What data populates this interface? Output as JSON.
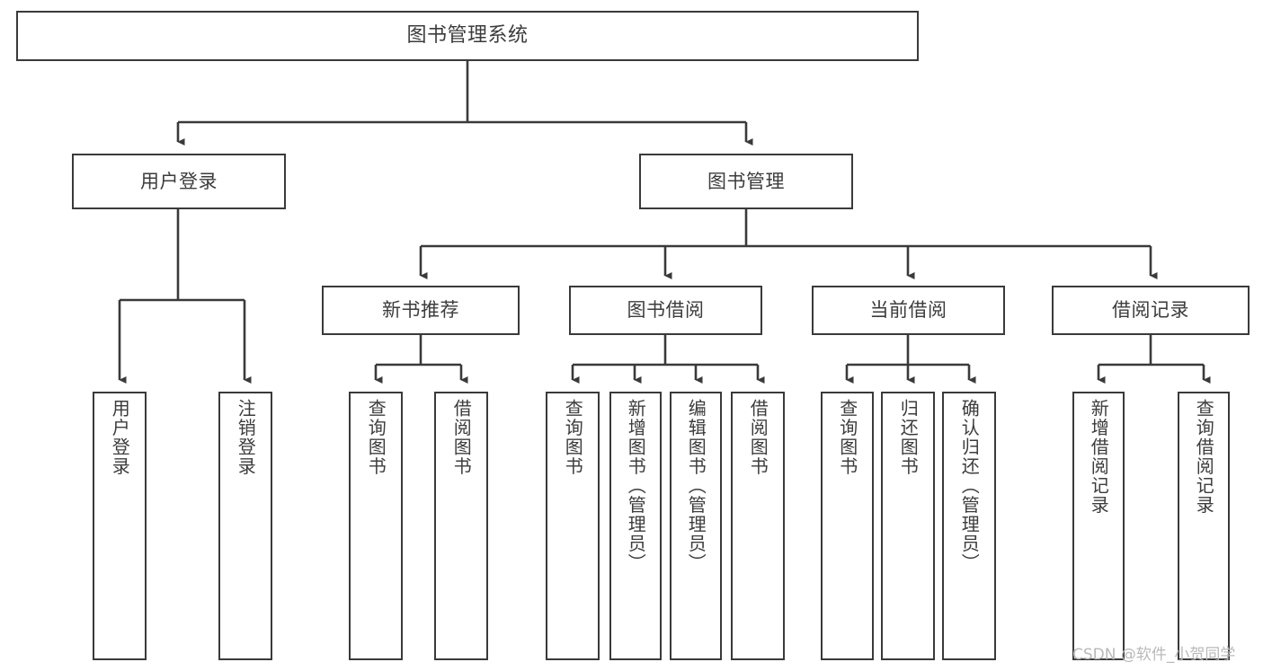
{
  "diagram": {
    "title": "图书管理系统",
    "type": "tree-hierarchy-chart",
    "watermark": "CSDN @软件_小贺同学",
    "colors": {
      "border": "#3a3a3a",
      "text": "#3c3c3c",
      "background": "#ffffff",
      "edge": "#3a3a3a",
      "watermark": "#b9b9b9"
    },
    "nodes": {
      "root": {
        "label": "图书管理系统"
      },
      "level2": [
        {
          "label": "用户登录"
        },
        {
          "label": "图书管理"
        }
      ],
      "level3": [
        {
          "label": "新书推荐"
        },
        {
          "label": "图书借阅"
        },
        {
          "label": "当前借阅"
        },
        {
          "label": "借阅记录"
        }
      ],
      "leaves": {
        "user_login": [
          {
            "label": "用户登录"
          },
          {
            "label": "注销登录"
          }
        ],
        "new_book_recommend": [
          {
            "label": "查询图书"
          },
          {
            "label": "借阅图书"
          }
        ],
        "book_borrow": [
          {
            "label": "查询图书"
          },
          {
            "label": "新增图书（管理员）"
          },
          {
            "label": "编辑图书（管理员）"
          },
          {
            "label": "借阅图书"
          }
        ],
        "current_borrow": [
          {
            "label": "查询图书"
          },
          {
            "label": "归还图书"
          },
          {
            "label": "确认归还（管理员）"
          }
        ],
        "borrow_record": [
          {
            "label": "新增借阅记录"
          },
          {
            "label": "查询借阅记录"
          }
        ]
      }
    }
  }
}
